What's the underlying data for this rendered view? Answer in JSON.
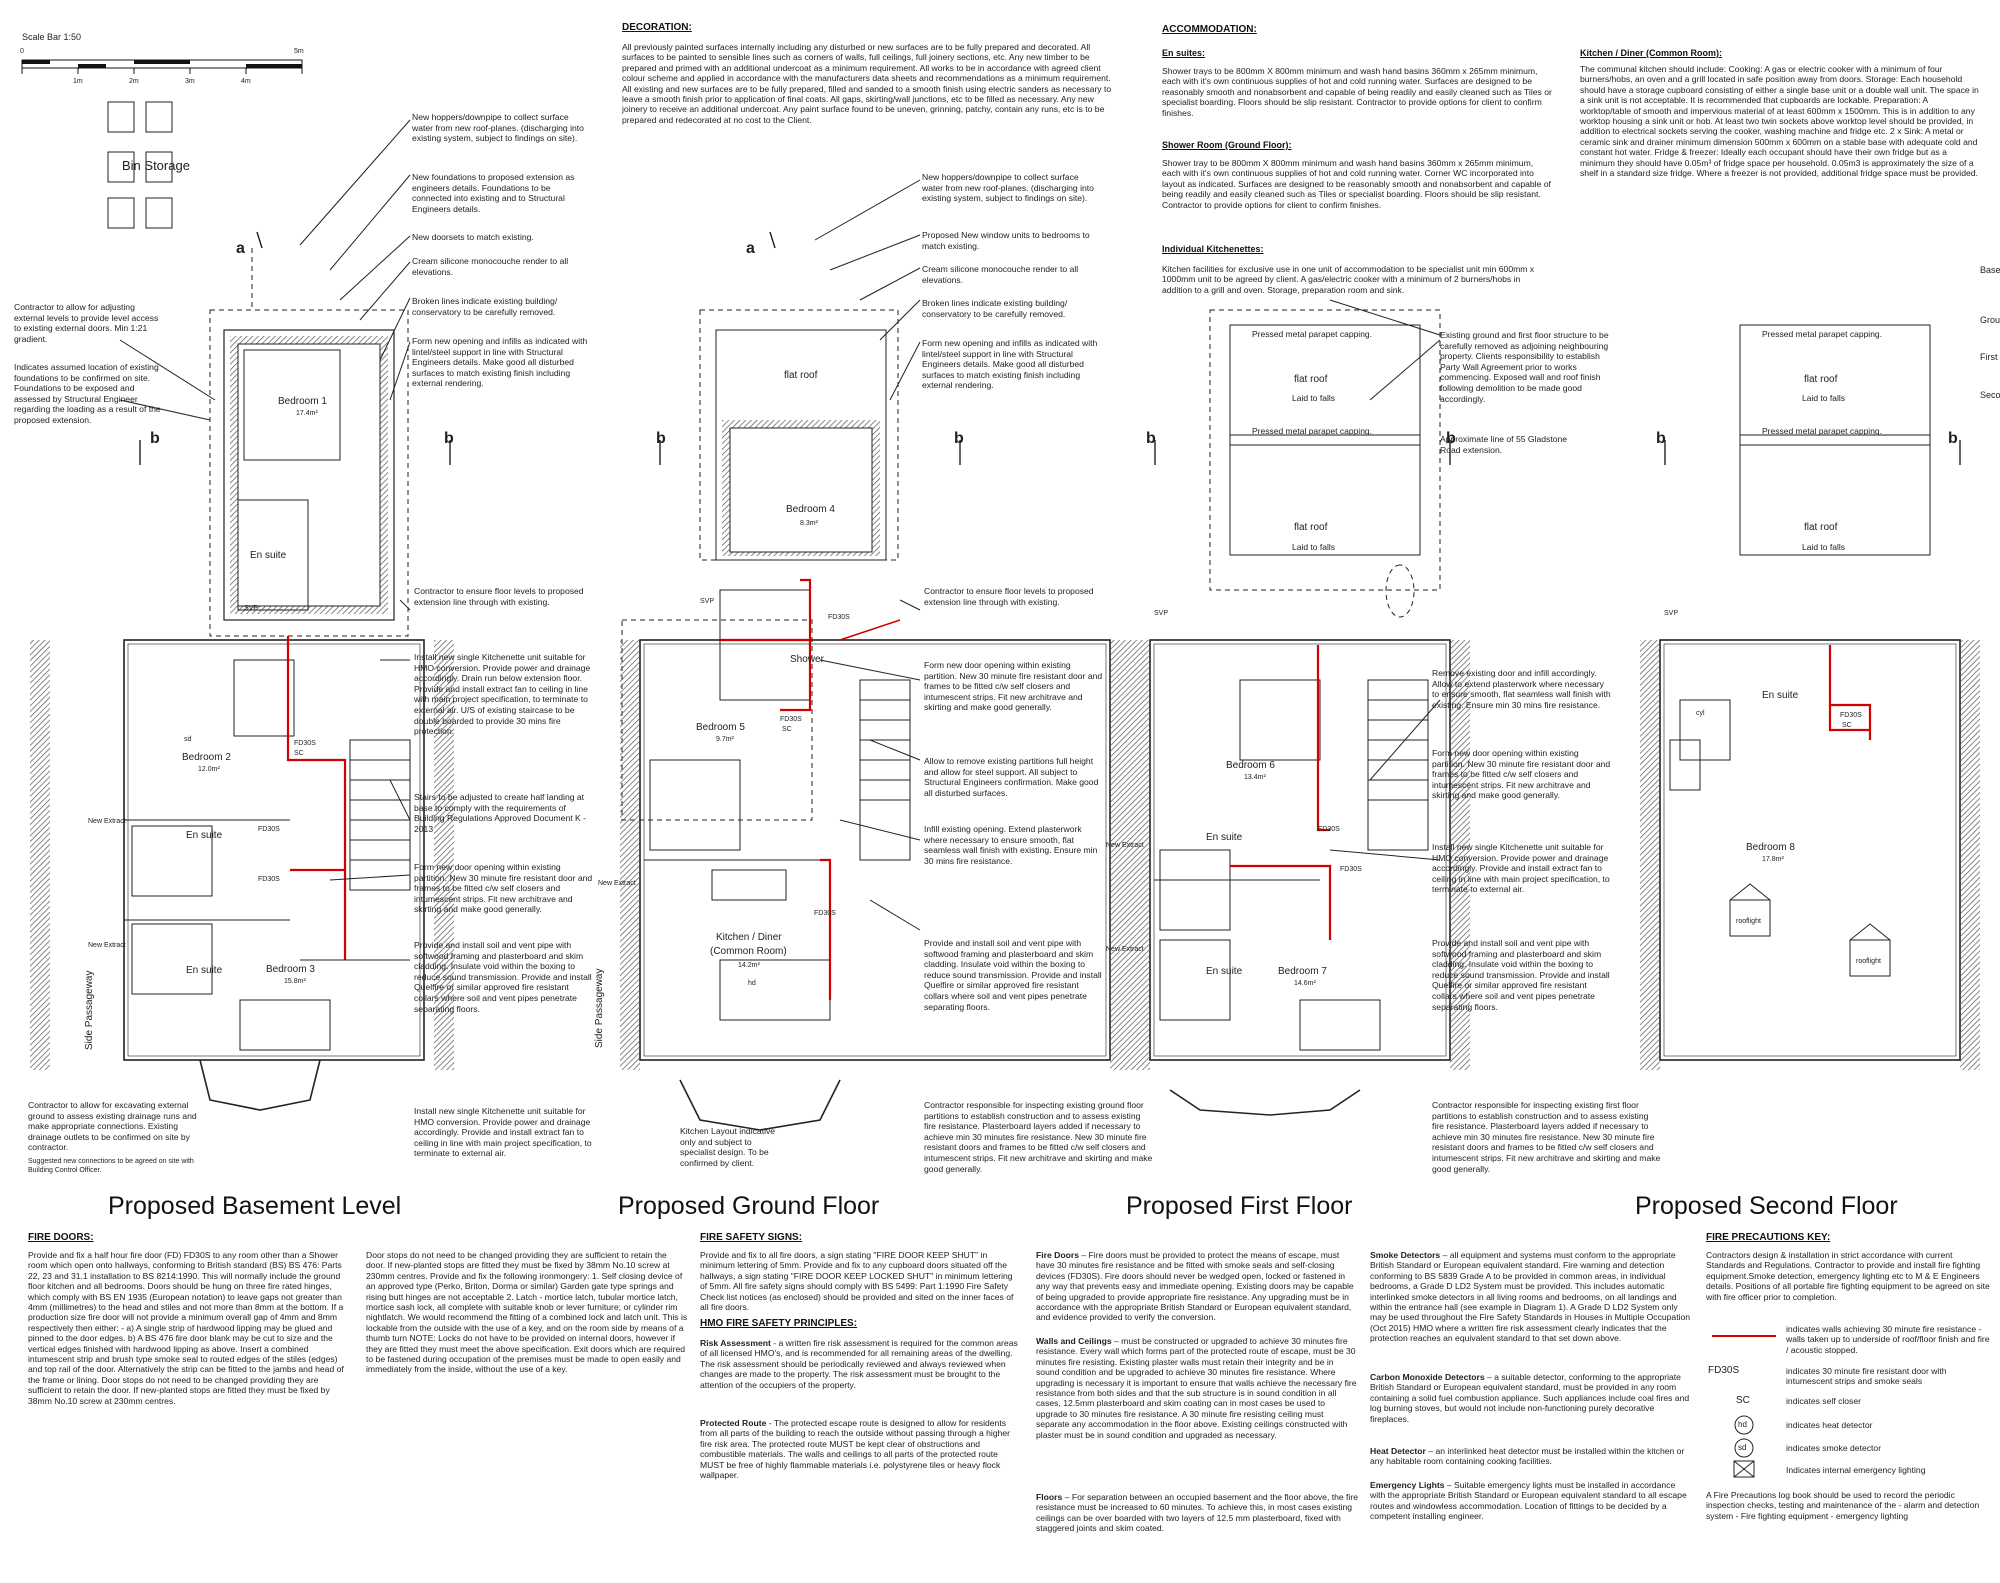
{
  "scale": {
    "label": "Scale Bar 1:50",
    "ticks": [
      "0",
      "1m",
      "2m",
      "3m",
      "4m",
      "5m"
    ]
  },
  "titles": {
    "basement": "Proposed Basement Level",
    "ground": "Proposed Ground Floor",
    "first": "Proposed First Floor",
    "second": "Proposed Second Floor"
  },
  "rooms": {
    "bin_storage": "Bin Storage",
    "bed1": "Bedroom 1",
    "bed1_area": "17.4m²",
    "bed2": "Bedroom 2",
    "bed2_area": "12.0m²",
    "bed3": "Bedroom 3",
    "bed3_area": "15.8m²",
    "bed4": "Bedroom 4",
    "bed4_area": "8.3m²",
    "bed5": "Bedroom 5",
    "bed5_area": "9.7m²",
    "bed6": "Bedroom 6",
    "bed6_area": "13.4m²",
    "bed7": "Bedroom 7",
    "bed7_area": "14.6m²",
    "bed8": "Bedroom 8",
    "bed8_area": "17.8m²",
    "en_suite": "En suite",
    "shower": "Shower",
    "kitchen": "Kitchen / Diner",
    "kitchen_sub": "(Common Room)",
    "kitchen_area": "14.2m²",
    "flat_roof": "flat roof",
    "laid_to_falls": "Laid to falls",
    "parapet": "Pressed metal parapet capping.",
    "side_passageway": "Side Passageway",
    "new_extract": "New Extract",
    "rooflight": "rooflight",
    "svp": "SVP",
    "fd30s": "FD30S",
    "sc": "SC",
    "sd": "sd",
    "hd": "hd",
    "cyl": "cyl",
    "section_a": "a",
    "section_b": "b"
  },
  "notes": {
    "basement_left_1": "Contractor to allow for adjusting external levels to provide level access to existing external doors. Min 1:21 gradient.",
    "basement_left_2": "Indicates assumed location of existing foundations to be confirmed on site. Foundations to be exposed and assessed by Structural Engineer regarding the loading as a result of the proposed extension.",
    "basement_left_3": "Contractor to allow for excavating external ground to assess existing drainage runs and make appropriate connections. Existing drainage outlets to be confirmed on site by contractor.",
    "basement_left_4": "Suggested new connections to be agreed on site with Building Control Officer.",
    "basement_right_1": "New hoppers/downpipe to collect surface water from new roof-planes. (discharging into existing system, subject to findings on site).",
    "basement_right_2": "New foundations to proposed extension as engineers details. Foundations to be connected into existing and to Structural Engineers details.",
    "basement_right_3": "New doorsets to match existing.",
    "basement_right_4": "Cream silicone monocouche render to all elevations.",
    "basement_right_5": "Broken lines indicate existing building/ conservatory to be carefully removed.",
    "basement_right_6": "Form new opening and infills as indicated with lintel/steel support in line with Structural Engineers details. Make good all disturbed surfaces to match existing finish including external rendering.",
    "basement_right_7": "Contractor to ensure floor levels to proposed extension line through with existing.",
    "basement_right_8": "Install new single Kitchenette unit suitable for HMO conversion. Provide power and drainage accordingly. Drain run below extension floor. Provide and install extract fan to ceiling in line with main project specification, to terminate to external air. U/S of existing staircase to be double boarded to provide 30 mins fire protection.",
    "basement_right_9": "Stairs to be adjusted to create half landing at base to comply with the requirements of Building Regulations Approved Document K - 2013",
    "basement_right_10": "Form new door opening within existing partition. New 30 minute fire resistant door and frames to be fitted c/w self closers and intumescent strips. Fit new architrave and skirting and make good generally.",
    "basement_right_11": "Provide and install soil and vent pipe with softwood framing and plasterboard and skim cladding. Insulate void within the boxing to reduce sound transmission. Provide and install Quelfire or similar approved fire resistant collars where soil and vent pipes penetrate separating floors.",
    "basement_right_12": "Install new single Kitchenette unit suitable for HMO conversion. Provide power and drainage accordingly. Provide and install extract fan to ceiling in line with main project specification, to terminate to external air.",
    "ground_right_1": "New hoppers/downpipe to collect surface water from new roof-planes. (discharging into existing system, subject to findings on site).",
    "ground_right_2": "Proposed New window units to bedrooms to match existing.",
    "ground_right_3": "Cream silicone monocouche render to all elevations.",
    "ground_right_4": "Broken lines indicate existing building/ conservatory to be carefully removed.",
    "ground_right_5": "Form new opening and infills as indicated with lintel/steel support in line with Structural Engineers details. Make good all disturbed surfaces to match existing finish including external rendering.",
    "ground_right_6": "Contractor to ensure floor levels to proposed extension line through with existing.",
    "ground_right_7": "Form new door opening within existing partition. New 30 minute fire resistant door and frames to be fitted c/w self closers and intumescent strips. Fit new architrave and skirting and make good generally.",
    "ground_right_8": "Allow to remove existing partitions full height and allow for steel support. All subject to Structural Engineers confirmation. Make good all disturbed surfaces.",
    "ground_right_9": "Infill existing opening. Extend plasterwork where necessary to ensure smooth, flat seamless wall finish with existing. Ensure min 30 mins fire resistance.",
    "ground_right_10": "Provide and install soil and vent pipe with softwood framing and plasterboard and skim cladding. Insulate void within the boxing to reduce sound transmission. Provide and install Quelfire or similar approved fire resistant collars where soil and vent pipes penetrate separating floors.",
    "ground_right_11": "Contractor responsible for inspecting existing ground floor partitions to establish construction and to assess existing fire resistance. Plasterboard layers added if necessary to achieve min 30 minutes fire resistance. New 30 minute fire resistant doors and frames to be fitted c/w self closers and intumescent strips. Fit new architrave and skirting and make good generally.",
    "ground_kitchen": "Kitchen Layout indicative only and subject to specialist design. To be confirmed by client.",
    "first_1": "Existing ground and first floor structure to be carefully removed as adjoining neighbouring property. Clients responsibility to establish Party Wall Agreement prior to works commencing. Exposed wall and roof finish following demolition to be made good accordingly.",
    "first_2": "Approximate line of 55 Gladstone Road extension.",
    "first_3": "Remove existing door and infill accordingly. Allow to extend plasterwork where necessary to ensure smooth, flat seamless wall finish with existing. Ensure min 30 mins fire resistance.",
    "first_4": "Form new door opening within existing partition. New 30 minute fire resistant door and frames to be fitted c/w self closers and intumescent strips. Fit new architrave and skirting and make good generally.",
    "first_5": "Install new single Kitchenette unit suitable for HMO conversion. Provide power and drainage accordingly. Provide and install extract fan to ceiling in line with main project specification, to terminate to external air.",
    "first_6": "Provide and install soil and vent pipe with softwood framing and plasterboard and skim cladding. Insulate void within the boxing to reduce sound transmission. Provide and install Quelfire or similar approved fire resistant collars where soil and vent pipes penetrate separating floors.",
    "first_7": "Contractor responsible for inspecting existing first floor partitions to establish construction and to assess existing fire resistance. Plasterboard layers added if necessary to achieve min 30 minutes fire resistance. New 30 minute fire resistant doors and frames to be fitted c/w self closers and intumescent strips. Fit new architrave and skirting and make good generally."
  },
  "decoration": {
    "heading": "DECORATION:",
    "text": "All previously painted surfaces internally including any disturbed or new surfaces are to be fully prepared and decorated. All surfaces to be painted to sensible lines such as corners of walls, full ceilings, full joinery sections, etc. Any new timber to be prepared and primed with an additional undercoat as a minimum requirement. All works to be in accordance with agreed client colour scheme and applied in accordance with the manufacturers data sheets and recommendations as a minimum requirement. All existing and new surfaces are to be fully prepared, filled and sanded to a smooth finish using electric sanders as necessary to leave a smooth finish prior to application of final coats. All gaps, skirting/wall junctions, etc to be filled as necessary. Any new joinery to receive an additional undercoat. Any paint surface found to be uneven, grinning, patchy, contain any runs, etc is to be prepared and redecorated at no cost to the Client."
  },
  "accommodation": {
    "heading": "ACCOMMODATION:",
    "ensuites_head": "En suites:",
    "ensuites_text": "Shower trays to be 800mm X 800mm minimum and wash hand basins 360mm x 265mm minimum, each with it's own continuous supplies of hot and cold running water. Surfaces are designed to be reasonably smooth and nonabsorbent and capable of being readily and easily cleaned such as Tiles or specialist boarding. Floors should be slip resistant. Contractor to provide options for client to confirm finishes.",
    "shower_head": "Shower Room (Ground Floor):",
    "shower_text": "Shower tray to be 800mm X 800mm minimum and wash hand basins 360mm x 265mm minimum, each with it's own continuous supplies of hot and cold running water. Corner WC incorporated into layout as indicated. Surfaces are designed to be reasonably smooth and nonabsorbent and capable of being readily and easily cleaned such as Tiles or specialist boarding. Floors should be slip resistant. Contractor to provide options for client to confirm finishes.",
    "kitchenettes_head": "Individual Kitchenettes:",
    "kitchenettes_text": "Kitchen facilities for exclusive use in one unit of accommodation to be specialist unit min 600mm x 1000mm unit to be agreed by client. A gas/electric cooker with a minimum of 2 burners/hobs in addition to a grill and oven. Storage, preparation room and sink.",
    "common_head": "Kitchen / Diner (Common Room):",
    "common_text": "The communal kitchen should include: Cooking: A gas or electric cooker with a minimum of four burners/hobs, an oven and a grill located in safe position away from doors. Storage: Each household should have a storage cupboard consisting of either a single base unit or a double wall unit. The space in a sink unit is not acceptable. It is recommended that cupboards are lockable. Preparation: A worktop/table of smooth and impervious material of at least 600mm x 1500mm. This is in addition to any worktop housing a sink unit or hob. At least two twin sockets above worktop level should be provided, in addition to electrical sockets serving the cooker, washing machine and fridge etc. 2 x Sink: A metal or ceramic sink and drainer minimum dimension 500mm x 600mm on a stable base with adequate cold and constant hot water. Fridge & freezer: Ideally each occupant should have their own fridge but as a minimum they should have 0.05m³ of fridge space per household. 0.05m3 is approximately the size of a shelf in a standard size fridge. Where a freezer is not provided, additional fridge space must be provided."
  },
  "fire_doors": {
    "heading": "FIRE DOORS:",
    "col1": "Provide and fix a half hour fire door (FD) FD30S to any room other than a Shower room which open onto hallways, conforming to British standard (BS) BS 476: Parts 22, 23 and 31.1 installation to BS 8214:1990. This will normally include the ground floor kitchen and all bedrooms. Doors should be hung on three fire rated hinges, which comply with BS EN 1935 (European notation) to leave gaps not greater than 4mm (millimetres) to the head and stiles and not more than 8mm at the bottom. If a production size fire door will not provide a minimum overall gap of 4mm and 8mm respectively then either: - a) A single strip of hardwood lipping may be glued and pinned to the door edges. b) A BS 476 fire door blank may be cut to size and the vertical edges finished with hardwood lipping as above. Insert a combined intumescent strip and brush type smoke seal to routed edges of the stiles (edges) and top rail of the door. Alternatively the strip can be fitted to the jambs and head of the frame or lining. Door stops do not need to be changed providing they are sufficient to retain the door. If new-planted stops are fitted they must be fixed by 38mm No.10 screw at 230mm centres.",
    "col2": "Door stops do not need to be changed providing they are sufficient to retain the door. If new-planted stops are fitted they must be fixed by 38mm No.10 screw at 230mm centres. Provide and fix the following ironmongery: 1. Self closing device of an approved type (Perko, Briton, Dorma or similar) Garden gate type springs and rising butt hinges are not acceptable 2. Latch - mortice latch, tubular mortice latch, mortice sash lock, all complete with suitable knob or lever furniture; or cylinder rim nightlatch. We would recommend the fitting of a combined lock and latch unit. This is lockable from the outside with the use of a key, and on the room side by means of a thumb turn NOTE: Locks do not have to be provided on internal doors, however if they are fitted they must meet the above specification. Exit doors which are required to be fastened during occupation of the premises must be made to open easily and immediately from the inside, without the use of a key."
  },
  "fire_signs": {
    "heading": "FIRE SAFETY SIGNS:",
    "text": "Provide and fix to all fire doors, a sign stating \"FIRE DOOR KEEP SHUT\" in minimum lettering of 5mm. Provide and fix to any cupboard doors situated off the hallways, a sign stating \"FIRE DOOR KEEP LOCKED SHUT\" in minimum lettering of 5mm. All fire safety signs should comply with BS 5499: Part 1:1990 Fire Safety Check list notices (as enclosed) should be provided and sited on the inner faces of all fire doors."
  },
  "hmo": {
    "heading": "HMO FIRE SAFETY PRINCIPLES:",
    "risk_head": "Risk Assessment",
    "risk_text": " - a written fire risk assessment is required for the common areas of all licensed HMO's, and is recommended for all remaining areas of the dwelling. The risk assessment should be periodically reviewed and always reviewed when changes are made to the property. The risk assessment must be brought to the attention of the occupiers of the property.",
    "route_head": "Protected Route",
    "route_text": " - The protected escape route is designed to allow for residents from all parts of the building to reach the outside without passing through a higher fire risk area. The protected route MUST be kept clear of obstructions and combustible materials. The walls and ceilings to all parts of the protected route MUST be free of highly flammable materials i.e. polystyrene tiles or heavy flock wallpaper."
  },
  "fire_col3": {
    "doors_head": "Fire Doors",
    "doors_text": " – Fire doors must be provided to protect the means of escape, must have 30 minutes fire resistance and be fitted with smoke seals and self-closing devices (FD30S). Fire doors should never be wedged open, locked or fastened in any way that prevents easy and immediate opening. Existing doors may be capable of being upgraded to provide appropriate fire resistance. Any upgrading must be in accordance with the appropriate British Standard or European equivalent standard, and evidence provided to verify the conversion.",
    "walls_head": "Walls and Ceilings",
    "walls_text": " – must be constructed or upgraded to achieve 30 minutes fire resistance. Every wall which forms part of the protected route of escape, must be 30 minutes fire resisting. Existing plaster walls must retain their integrity and be in sound condition and be upgraded to achieve 30 minutes fire resistance. Where upgrading is necessary it is important to ensure that walls achieve the necessary fire resistance from both sides and that the sub structure is in sound condition in all cases, 12.5mm plasterboard and skim coating can in most cases be used to upgrade to 30 minutes fire resistance. A 30 minute fire resisting ceiling must separate any accommodation in the floor above. Existing ceilings constructed with plaster must be in sound condition and upgraded as necessary.",
    "floors_head": "Floors",
    "floors_text": " – For separation between an occupied basement and the floor above, the fire resistance must be increased to 60 minutes. To achieve this, in most cases existing ceilings can be over boarded with two layers of 12.5 mm plasterboard, fixed with staggered joints and skim coated."
  },
  "fire_col4": {
    "smoke_head": "Smoke Detectors",
    "smoke_text": " – all equipment and systems must conform to the appropriate British Standard or European equivalent standard. Fire warning and detection conforming to BS 5839 Grade A to be provided in common areas, in individual bedrooms, a Grade D LD2 System must be provided. This includes automatic interlinked smoke detectors in all living rooms and bedrooms, on all landings and within the entrance hall (see example in Diagram 1). A Grade D LD2 System only may be used throughout the Fire Safety Standards in Houses in Multiple Occupation (Oct 2015) HMO where a written fire risk assessment clearly indicates that the protection reaches an equivalent standard to that set down above.",
    "co_head": "Carbon Monoxide Detectors",
    "co_text": " – a suitable detector, conforming to the appropriate British Standard or European equivalent standard, must be provided in any room containing a solid fuel combustion appliance. Such appliances include coal fires and log burning stoves, but would not include non-functioning purely decorative fireplaces.",
    "heat_head": "Heat Detector",
    "heat_text": " – an interlinked heat detector must be installed within the kitchen or any habitable room containing cooking facilities.",
    "emerg_head": "Emergency Lights",
    "emerg_text": " – Suitable emergency lights must be installed in accordance with the appropriate British Standard or European equivalent standard to all escape routes and windowless accommodation. Location of fittings to be decided by a competent installing engineer."
  },
  "key": {
    "heading": "FIRE PRECAUTIONS KEY:",
    "intro": "Contractors design & installation in strict accordance with current Standards and Regulations. Contractor to provide and install fire fighting equipment.Smoke detection, emergency lighting etc to M & E Engineers details. Positions of all portable fire fighting equipment to be agreed on site with fire officer prior to completion.",
    "red_line": "indicates walls achieving 30 minute fire resistance - walls taken up to underside of roof/floor finish and fire / acoustic stopped.",
    "fd30s_sym": "FD30S",
    "fd30s": "indicates 30 minute fire resistant door with intumescent strips and smoke seals",
    "sc_sym": "SC",
    "sc": "indicates self closer",
    "hd_sym": "hd",
    "hd": "indicates heat detector",
    "sd_sym": "sd",
    "sd": "indicates smoke detector",
    "emerg": "Indicates internal emergency lighting",
    "logbook": "A Fire Precautions log book should be used to record the periodic inspection checks, testing and maintenance of the - alarm and detection system - Fire fighting equipment - emergency lighting"
  },
  "edge_labels": [
    "Base",
    "Grou",
    "First",
    "Seco"
  ],
  "colors": {
    "firewall": "#d40000",
    "line": "#222222",
    "hatch": "#666666"
  }
}
